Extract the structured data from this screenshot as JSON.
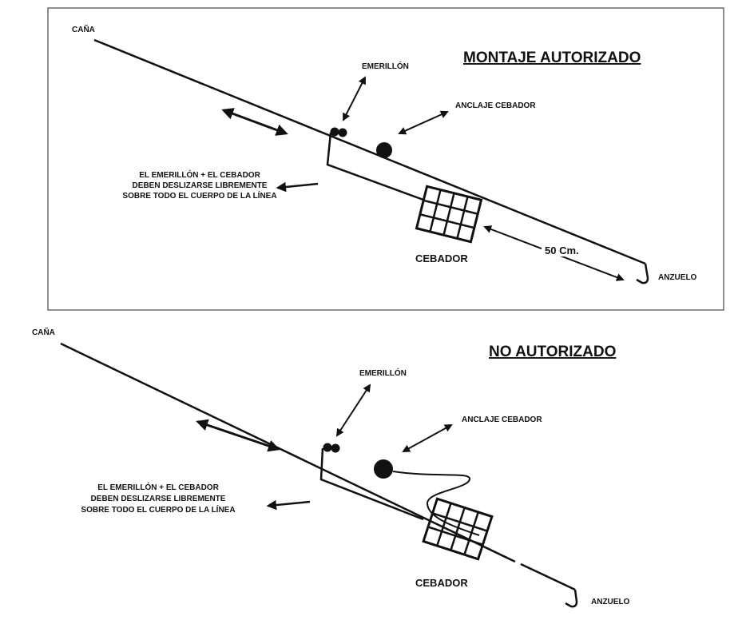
{
  "panels": [
    {
      "title": "MONTAJE AUTORIZADO",
      "title_color": "#111111",
      "labels": {
        "cana": "CAÑA",
        "emerillon": "EMERILLÓN",
        "anclaje": "ANCLAJE CEBADOR",
        "note_line1": "EL EMERILLÓN + EL CEBADOR",
        "note_line2": "DEBEN DESLIZARSE LIBREMENTE",
        "note_line3": "SOBRE TODO EL CUERPO DE LA LÍNEA",
        "cebador": "CEBADOR",
        "distance": "50 Cm.",
        "anzuelo": "ANZUELO"
      }
    },
    {
      "title": "NO AUTORIZADO",
      "title_color": "#e02020",
      "labels": {
        "cana": "CAÑA",
        "emerillon": "EMERILLÓN",
        "anclaje": "ANCLAJE CEBADOR",
        "note_line1": "EL EMERILLÓN + EL CEBADOR",
        "note_line2": "DEBEN DESLIZARSE LIBREMENTE",
        "note_line3": "SOBRE TODO EL CUERPO DE LA LÍNEA",
        "cebador": "CEBADOR",
        "anzuelo": "ANZUELO"
      }
    }
  ]
}
